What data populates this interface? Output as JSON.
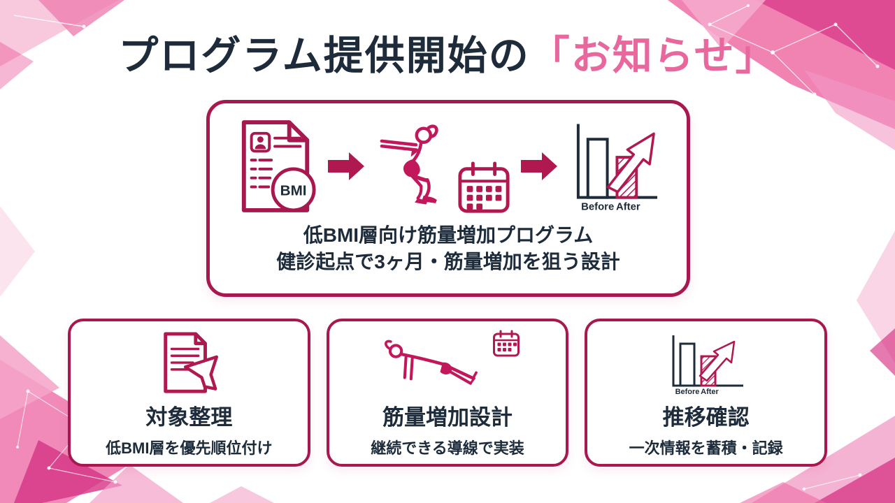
{
  "title": {
    "main": "プログラム提供開始の",
    "highlight": "「お知らせ」"
  },
  "hero": {
    "bmi_label": "BMI",
    "before_label": "Before",
    "after_label": "After",
    "caption_line1": "低BMI層向け筋量増加プログラム",
    "caption_line2": "健診起点で3ヶ月・筋量増加を狙う設計"
  },
  "cards": [
    {
      "title": "対象整理",
      "subtitle": "低BMI層を優先順位付け"
    },
    {
      "title": "筋量増加設計",
      "subtitle": "継続できる導線で実装"
    },
    {
      "title": "推移確認",
      "subtitle": "一次情報を蓄積・記録",
      "before_label": "Before",
      "after_label": "After"
    }
  ],
  "colors": {
    "accent_border": "#a7194e",
    "icon_magenta": "#c2185b",
    "title_dark": "#1d2b3a",
    "highlight_pink": "#e8679d"
  }
}
